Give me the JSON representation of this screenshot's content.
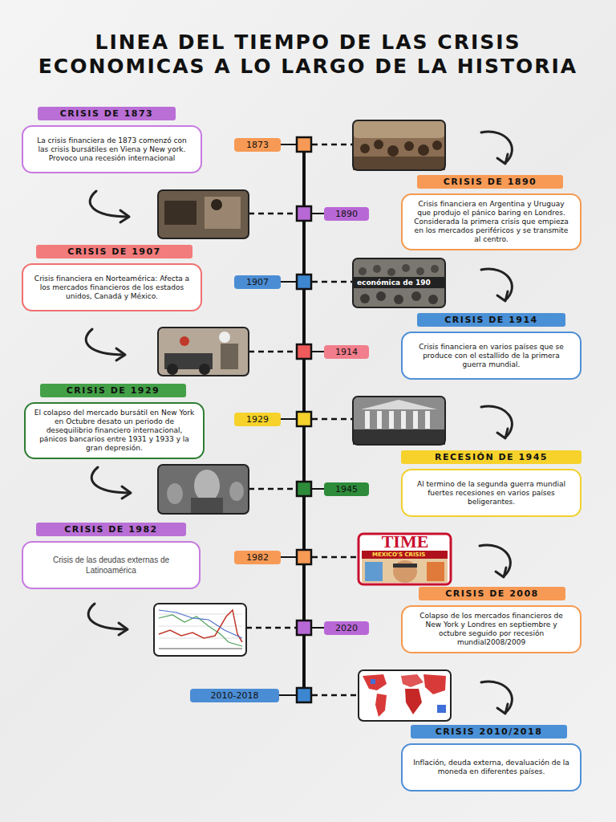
{
  "diagram": {
    "title": "LINEA DEL TIEMPO DE LAS CRISIS ECONOMICAS A LO LARGO DE LA HISTORIA",
    "nodes": [
      {
        "text": [
          "CRISIS DE 1873",
          "La crisis financiera de 1873 comenzó con las crisis bursátiles en Viena y New york. Provoco una recesión internacional"
        ]
      },
      {
        "text": [
          "1873"
        ]
      },
      {
        "text": [
          "1890"
        ]
      },
      {
        "text": [
          "CRISIS DE 1890",
          "Crisis financiera en Argentina y Uruguay que produjo el pánico baring en Londres. Considerada la primera crisis que empieza en los mercados periféricos y se transmite al centro."
        ]
      },
      {
        "text": [
          "CRISIS DE 1907",
          "Crisis financiera en Norteamérica: Afecta a los mercados financieros de los estados unidos, Canadá y México."
        ]
      },
      {
        "text": [
          "1907"
        ]
      },
      {
        "text": [
          "1914"
        ]
      },
      {
        "text": [
          "CRISIS DE 1914",
          "Crisis financiera en varios países que se produce con el estallido de la primera guerra mundial."
        ]
      },
      {
        "text": [
          "CRISIS DE 1929",
          "El colapso del mercado bursátil en New York en Octubre desato un periodo de desequilibrio financiero internacional, pánicos bancarios entre 1931 y 1933 y la gran depresión."
        ]
      },
      {
        "text": [
          "1929"
        ]
      },
      {
        "text": [
          "1945"
        ]
      },
      {
        "text": [
          "RECESIÓN DE 1945",
          "Al termino de la segunda guerra mundial fuertes recesiones en varios países beligerantes."
        ]
      },
      {
        "text": [
          "CRISIS DE 1982",
          "Crisis de las deudas externas de Latinoamérica"
        ]
      },
      {
        "text": [
          "1982"
        ]
      },
      {
        "text": [
          "2020"
        ]
      },
      {
        "text": [
          "CRISIS DE 2008",
          "Colapso de los mercados financieros de New York y Londres en septiembre y octubre seguido por recesión mundial2008/2009"
        ]
      },
      {
        "text": [
          "2010-2018"
        ]
      },
      {
        "text": [
          "CRISIS 2010/2018",
          "Inflación, deuda externa, devaluación de la moneda en diferentes países."
        ]
      }
    ],
    "labels": [
      "económica de 190",
      "TIME",
      "MEXICO'S CRISIS"
    ]
  }
}
